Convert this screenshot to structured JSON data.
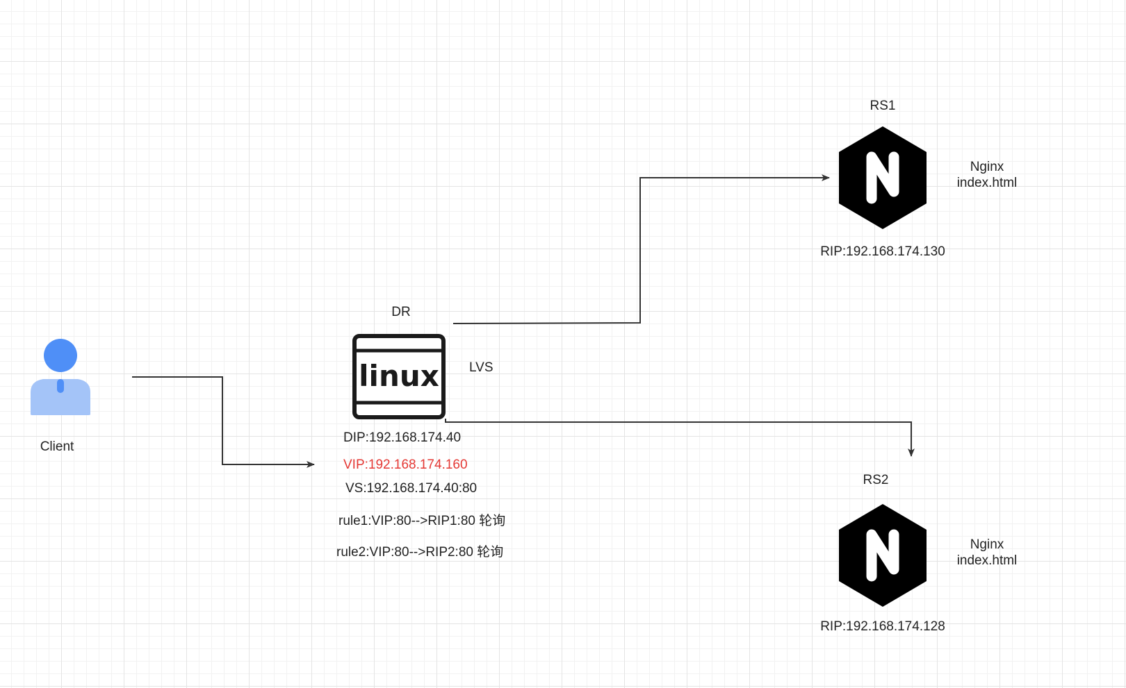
{
  "client": {
    "label": "Client",
    "icon": "user-icon",
    "colors": {
      "head": "#4f8ff7",
      "body": "#a4c4f8",
      "tie": "#4f8ff7"
    }
  },
  "director": {
    "title": "DR",
    "logo_icon": "linux-server-icon",
    "logo_text": "linux",
    "role_label": "LVS",
    "dip": "DIP:192.168.174.40",
    "vip": "VIP:192.168.174.160",
    "vip_color": "#e53935",
    "vs": "VS:192.168.174.40:80",
    "rules": [
      "rule1:VIP:80-->RIP1:80 轮询",
      "rule2:VIP:80-->RIP2:80 轮询"
    ]
  },
  "real_servers": [
    {
      "name": "RS1",
      "icon": "nginx-icon",
      "glyph": "N",
      "service_lines": [
        "Nginx",
        "index.html"
      ],
      "rip": "RIP:192.168.174.130"
    },
    {
      "name": "RS2",
      "icon": "nginx-icon",
      "glyph": "N",
      "service_lines": [
        "Nginx",
        "index.html"
      ],
      "rip": "RIP:192.168.174.128"
    }
  ],
  "connectors": {
    "color": "#333333"
  }
}
